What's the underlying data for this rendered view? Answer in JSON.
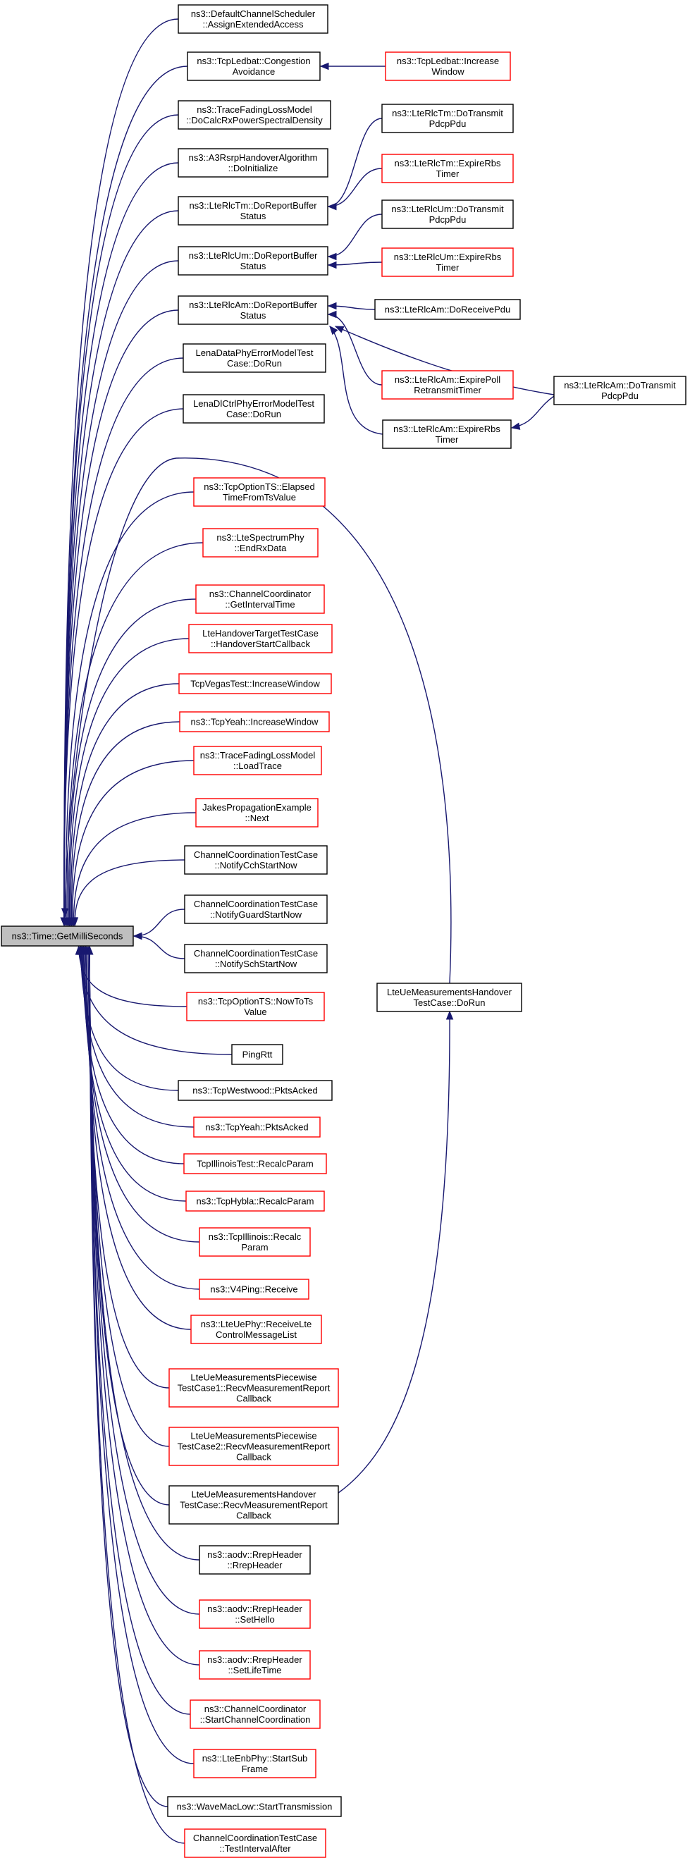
{
  "root": {
    "id": "root",
    "lines": [
      "ns3::Time::GetMilliSeconds"
    ]
  },
  "nodes": [
    {
      "id": "n1",
      "lines": [
        "ns3::DefaultChannelScheduler",
        "::AssignExtendedAccess"
      ],
      "color": "black"
    },
    {
      "id": "n2",
      "lines": [
        "ns3::TcpLedbat::Congestion",
        "Avoidance"
      ],
      "color": "black"
    },
    {
      "id": "n3",
      "lines": [
        "ns3::TcpLedbat::Increase",
        "Window"
      ],
      "color": "red"
    },
    {
      "id": "n4",
      "lines": [
        "ns3::TraceFadingLossModel",
        "::DoCalcRxPowerSpectralDensity"
      ],
      "color": "black"
    },
    {
      "id": "n5",
      "lines": [
        "ns3::LteRlcTm::DoTransmit",
        "PdcpPdu"
      ],
      "color": "black"
    },
    {
      "id": "n6",
      "lines": [
        "ns3::A3RsrpHandoverAlgorithm",
        "::DoInitialize"
      ],
      "color": "black"
    },
    {
      "id": "n7",
      "lines": [
        "ns3::LteRlcTm::ExpireRbs",
        "Timer"
      ],
      "color": "red"
    },
    {
      "id": "n8",
      "lines": [
        "ns3::LteRlcTm::DoReportBuffer",
        "Status"
      ],
      "color": "black"
    },
    {
      "id": "n9",
      "lines": [
        "ns3::LteRlcUm::DoTransmit",
        "PdcpPdu"
      ],
      "color": "black"
    },
    {
      "id": "n10",
      "lines": [
        "ns3::LteRlcUm::DoReportBuffer",
        "Status"
      ],
      "color": "black"
    },
    {
      "id": "n11",
      "lines": [
        "ns3::LteRlcUm::ExpireRbs",
        "Timer"
      ],
      "color": "red"
    },
    {
      "id": "n12",
      "lines": [
        "ns3::LteRlcAm::DoReportBuffer",
        "Status"
      ],
      "color": "black"
    },
    {
      "id": "n13",
      "lines": [
        "ns3::LteRlcAm::DoReceivePdu"
      ],
      "color": "black"
    },
    {
      "id": "n14",
      "lines": [
        "LenaDataPhyErrorModelTest",
        "Case::DoRun"
      ],
      "color": "black"
    },
    {
      "id": "n15",
      "lines": [
        "ns3::LteRlcAm::ExpirePoll",
        "RetransmitTimer"
      ],
      "color": "red"
    },
    {
      "id": "n16",
      "lines": [
        "ns3::LteRlcAm::DoTransmit",
        "PdcpPdu"
      ],
      "color": "black"
    },
    {
      "id": "n17",
      "lines": [
        "LenaDlCtrlPhyErrorModelTest",
        "Case::DoRun"
      ],
      "color": "black"
    },
    {
      "id": "n18",
      "lines": [
        "ns3::LteRlcAm::ExpireRbs",
        "Timer"
      ],
      "color": "black"
    },
    {
      "id": "n19",
      "lines": [
        "ns3::TcpOptionTS::Elapsed",
        "TimeFromTsValue"
      ],
      "color": "red"
    },
    {
      "id": "n20",
      "lines": [
        "ns3::LteSpectrumPhy",
        "::EndRxData"
      ],
      "color": "red"
    },
    {
      "id": "n21",
      "lines": [
        "ns3::ChannelCoordinator",
        "::GetIntervalTime"
      ],
      "color": "red"
    },
    {
      "id": "n22",
      "lines": [
        "LteHandoverTargetTestCase",
        "::HandoverStartCallback"
      ],
      "color": "red"
    },
    {
      "id": "n23",
      "lines": [
        "TcpVegasTest::IncreaseWindow"
      ],
      "color": "red"
    },
    {
      "id": "n24",
      "lines": [
        "ns3::TcpYeah::IncreaseWindow"
      ],
      "color": "red"
    },
    {
      "id": "n25",
      "lines": [
        "ns3::TraceFadingLossModel",
        "::LoadTrace"
      ],
      "color": "red"
    },
    {
      "id": "n26",
      "lines": [
        "JakesPropagationExample",
        "::Next"
      ],
      "color": "red"
    },
    {
      "id": "n27",
      "lines": [
        "ChannelCoordinationTestCase",
        "::NotifyCchStartNow"
      ],
      "color": "black"
    },
    {
      "id": "n28",
      "lines": [
        "ChannelCoordinationTestCase",
        "::NotifyGuardStartNow"
      ],
      "color": "black"
    },
    {
      "id": "n29",
      "lines": [
        "ChannelCoordinationTestCase",
        "::NotifySchStartNow"
      ],
      "color": "black"
    },
    {
      "id": "n30",
      "lines": [
        "LteUeMeasurementsHandover",
        "TestCase::DoRun"
      ],
      "color": "black"
    },
    {
      "id": "n31",
      "lines": [
        "ns3::TcpOptionTS::NowToTs",
        "Value"
      ],
      "color": "red"
    },
    {
      "id": "n32",
      "lines": [
        "PingRtt"
      ],
      "color": "black"
    },
    {
      "id": "n33",
      "lines": [
        "ns3::TcpWestwood::PktsAcked"
      ],
      "color": "black"
    },
    {
      "id": "n34",
      "lines": [
        "ns3::TcpYeah::PktsAcked"
      ],
      "color": "red"
    },
    {
      "id": "n35",
      "lines": [
        "TcpIllinoisTest::RecalcParam"
      ],
      "color": "red"
    },
    {
      "id": "n36",
      "lines": [
        "ns3::TcpHybla::RecalcParam"
      ],
      "color": "red"
    },
    {
      "id": "n37",
      "lines": [
        "ns3::TcpIllinois::Recalc",
        "Param"
      ],
      "color": "red"
    },
    {
      "id": "n38",
      "lines": [
        "ns3::V4Ping::Receive"
      ],
      "color": "red"
    },
    {
      "id": "n39",
      "lines": [
        "ns3::LteUePhy::ReceiveLte",
        "ControlMessageList"
      ],
      "color": "red"
    },
    {
      "id": "n40",
      "lines": [
        "LteUeMeasurementsPiecewise",
        "TestCase1::RecvMeasurementReport",
        "Callback"
      ],
      "color": "red"
    },
    {
      "id": "n41",
      "lines": [
        "LteUeMeasurementsPiecewise",
        "TestCase2::RecvMeasurementReport",
        "Callback"
      ],
      "color": "red"
    },
    {
      "id": "n42",
      "lines": [
        "LteUeMeasurementsHandover",
        "TestCase::RecvMeasurementReport",
        "Callback"
      ],
      "color": "black"
    },
    {
      "id": "n43",
      "lines": [
        "ns3::aodv::RrepHeader",
        "::RrepHeader"
      ],
      "color": "black"
    },
    {
      "id": "n44",
      "lines": [
        "ns3::aodv::RrepHeader",
        "::SetHello"
      ],
      "color": "red"
    },
    {
      "id": "n45",
      "lines": [
        "ns3::aodv::RrepHeader",
        "::SetLifeTime"
      ],
      "color": "red"
    },
    {
      "id": "n46",
      "lines": [
        "ns3::ChannelCoordinator",
        "::StartChannelCoordination"
      ],
      "color": "red"
    },
    {
      "id": "n47",
      "lines": [
        "ns3::LteEnbPhy::StartSub",
        "Frame"
      ],
      "color": "red"
    },
    {
      "id": "n48",
      "lines": [
        "ns3::WaveMacLow::StartTransmission"
      ],
      "color": "black"
    },
    {
      "id": "n49",
      "lines": [
        "ChannelCoordinationTestCase",
        "::TestIntervalAfter"
      ],
      "color": "red"
    }
  ],
  "edges": [
    [
      "n1",
      "root"
    ],
    [
      "n2",
      "root"
    ],
    [
      "n4",
      "root"
    ],
    [
      "n6",
      "root"
    ],
    [
      "n8",
      "root"
    ],
    [
      "n10",
      "root"
    ],
    [
      "n12",
      "root"
    ],
    [
      "n14",
      "root"
    ],
    [
      "n17",
      "root"
    ],
    [
      "n30",
      "root"
    ],
    [
      "n19",
      "root"
    ],
    [
      "n20",
      "root"
    ],
    [
      "n21",
      "root"
    ],
    [
      "n22",
      "root"
    ],
    [
      "n23",
      "root"
    ],
    [
      "n24",
      "root"
    ],
    [
      "n25",
      "root"
    ],
    [
      "n26",
      "root"
    ],
    [
      "n27",
      "root"
    ],
    [
      "n28",
      "root"
    ],
    [
      "n29",
      "root"
    ],
    [
      "n31",
      "root"
    ],
    [
      "n32",
      "root"
    ],
    [
      "n33",
      "root"
    ],
    [
      "n34",
      "root"
    ],
    [
      "n35",
      "root"
    ],
    [
      "n36",
      "root"
    ],
    [
      "n37",
      "root"
    ],
    [
      "n38",
      "root"
    ],
    [
      "n39",
      "root"
    ],
    [
      "n40",
      "root"
    ],
    [
      "n41",
      "root"
    ],
    [
      "n42",
      "root"
    ],
    [
      "n43",
      "root"
    ],
    [
      "n44",
      "root"
    ],
    [
      "n45",
      "root"
    ],
    [
      "n46",
      "root"
    ],
    [
      "n47",
      "root"
    ],
    [
      "n48",
      "root"
    ],
    [
      "n49",
      "root"
    ],
    [
      "n3",
      "n2"
    ],
    [
      "n5",
      "n8"
    ],
    [
      "n7",
      "n8"
    ],
    [
      "n9",
      "n10"
    ],
    [
      "n11",
      "n10"
    ],
    [
      "n13",
      "n12"
    ],
    [
      "n15",
      "n12"
    ],
    [
      "n16",
      "n12"
    ],
    [
      "n18",
      "n12"
    ],
    [
      "n16",
      "n18"
    ],
    [
      "n42",
      "n30"
    ]
  ]
}
